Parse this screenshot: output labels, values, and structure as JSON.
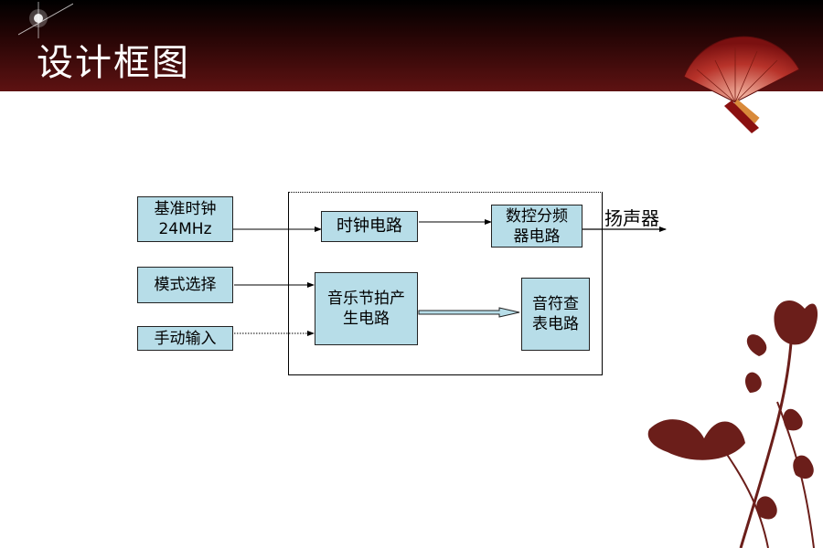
{
  "slide": {
    "title": "设计框图"
  },
  "diagram": {
    "blocks": {
      "clock_source": {
        "line1": "基准时钟",
        "line2": "24MHz"
      },
      "mode_select": {
        "line1": "模式选择"
      },
      "manual_input": {
        "line1": "手动输入"
      },
      "clock_circuit": {
        "line1": "时钟电路"
      },
      "freq_divider": {
        "line1": "数控分频",
        "line2": "器电路"
      },
      "beat_generator": {
        "line1": "音乐节拍产",
        "line2": "生电路"
      },
      "note_lookup": {
        "line1": "音符查",
        "line2": "表电路"
      }
    },
    "output_label": "扬声器",
    "colors": {
      "block_fill": "#b7dde8",
      "header_dark": "#000000",
      "header_red": "#5e1212",
      "accent_red": "#8b1a1a"
    }
  }
}
